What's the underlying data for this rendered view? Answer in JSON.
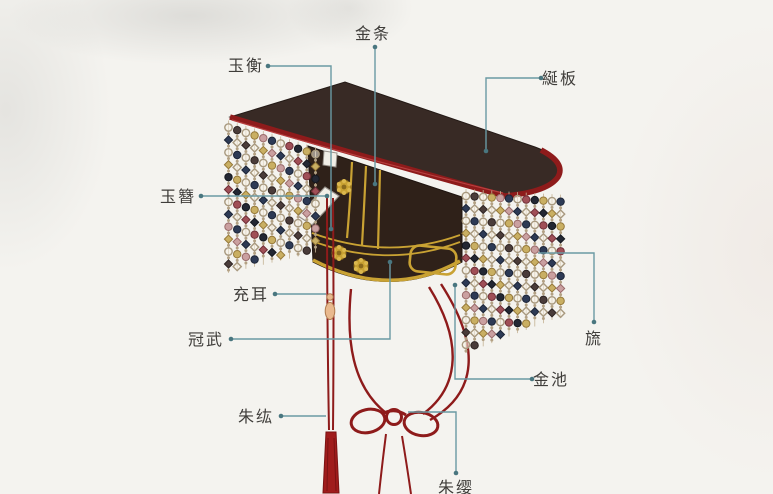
{
  "labels": [
    {
      "id": "jin-tiao",
      "text": "金条"
    },
    {
      "id": "yu-heng",
      "text": "玉衡"
    },
    {
      "id": "yan-ban",
      "text": "綖板"
    },
    {
      "id": "yu-zan",
      "text": "玉簪"
    },
    {
      "id": "chong-er",
      "text": "充耳"
    },
    {
      "id": "guan-wu",
      "text": "冠武"
    },
    {
      "id": "zhu-hong",
      "text": "朱纮"
    },
    {
      "id": "liu",
      "text": "旒"
    },
    {
      "id": "jin-chi",
      "text": "金池"
    },
    {
      "id": "zhu-ying",
      "text": "朱缨"
    }
  ],
  "colors": {
    "background": "#f4f3ef",
    "board_top": "#382a25",
    "board_trim_red": "#8e1b1b",
    "cap_body": "#2f2119",
    "gold": "#c9a233",
    "leader_line": "#6a99a3",
    "leader_dot": "#49767f",
    "label_text": "#3f3d3a",
    "cord_red": "#8e1b1b",
    "tassel_red": "#a01c1c",
    "hairpin_white": "#f1eee6",
    "ear_bead": "#e9b98e",
    "bead_string": "#c4b294",
    "bead_connector": "#b3a184",
    "bead_palette": [
      {
        "fill": "#f7f3e8",
        "stroke": "#a8997f",
        "hollow": true
      },
      {
        "fill": "#2d3a55",
        "stroke": "#1d2537",
        "hollow": false
      },
      {
        "fill": "#f7f3e8",
        "stroke": "#a8997f",
        "hollow": true
      },
      {
        "fill": "#c9af63",
        "stroke": "#96793a",
        "hollow": false
      },
      {
        "fill": "#232733",
        "stroke": "#15181f",
        "hollow": false
      },
      {
        "fill": "#a04f57",
        "stroke": "#6f3038",
        "hollow": false
      },
      {
        "fill": "#f7f3e8",
        "stroke": "#a8997f",
        "hollow": true
      },
      {
        "fill": "#2d3a55",
        "stroke": "#1d2537",
        "hollow": false
      },
      {
        "fill": "#caa0a0",
        "stroke": "#9a6b6b",
        "hollow": false
      },
      {
        "fill": "#c9af63",
        "stroke": "#96793a",
        "hollow": false
      },
      {
        "fill": "#f7f3e8",
        "stroke": "#a8997f",
        "hollow": true
      },
      {
        "fill": "#4a3c3a",
        "stroke": "#2e2422",
        "hollow": false
      }
    ]
  }
}
